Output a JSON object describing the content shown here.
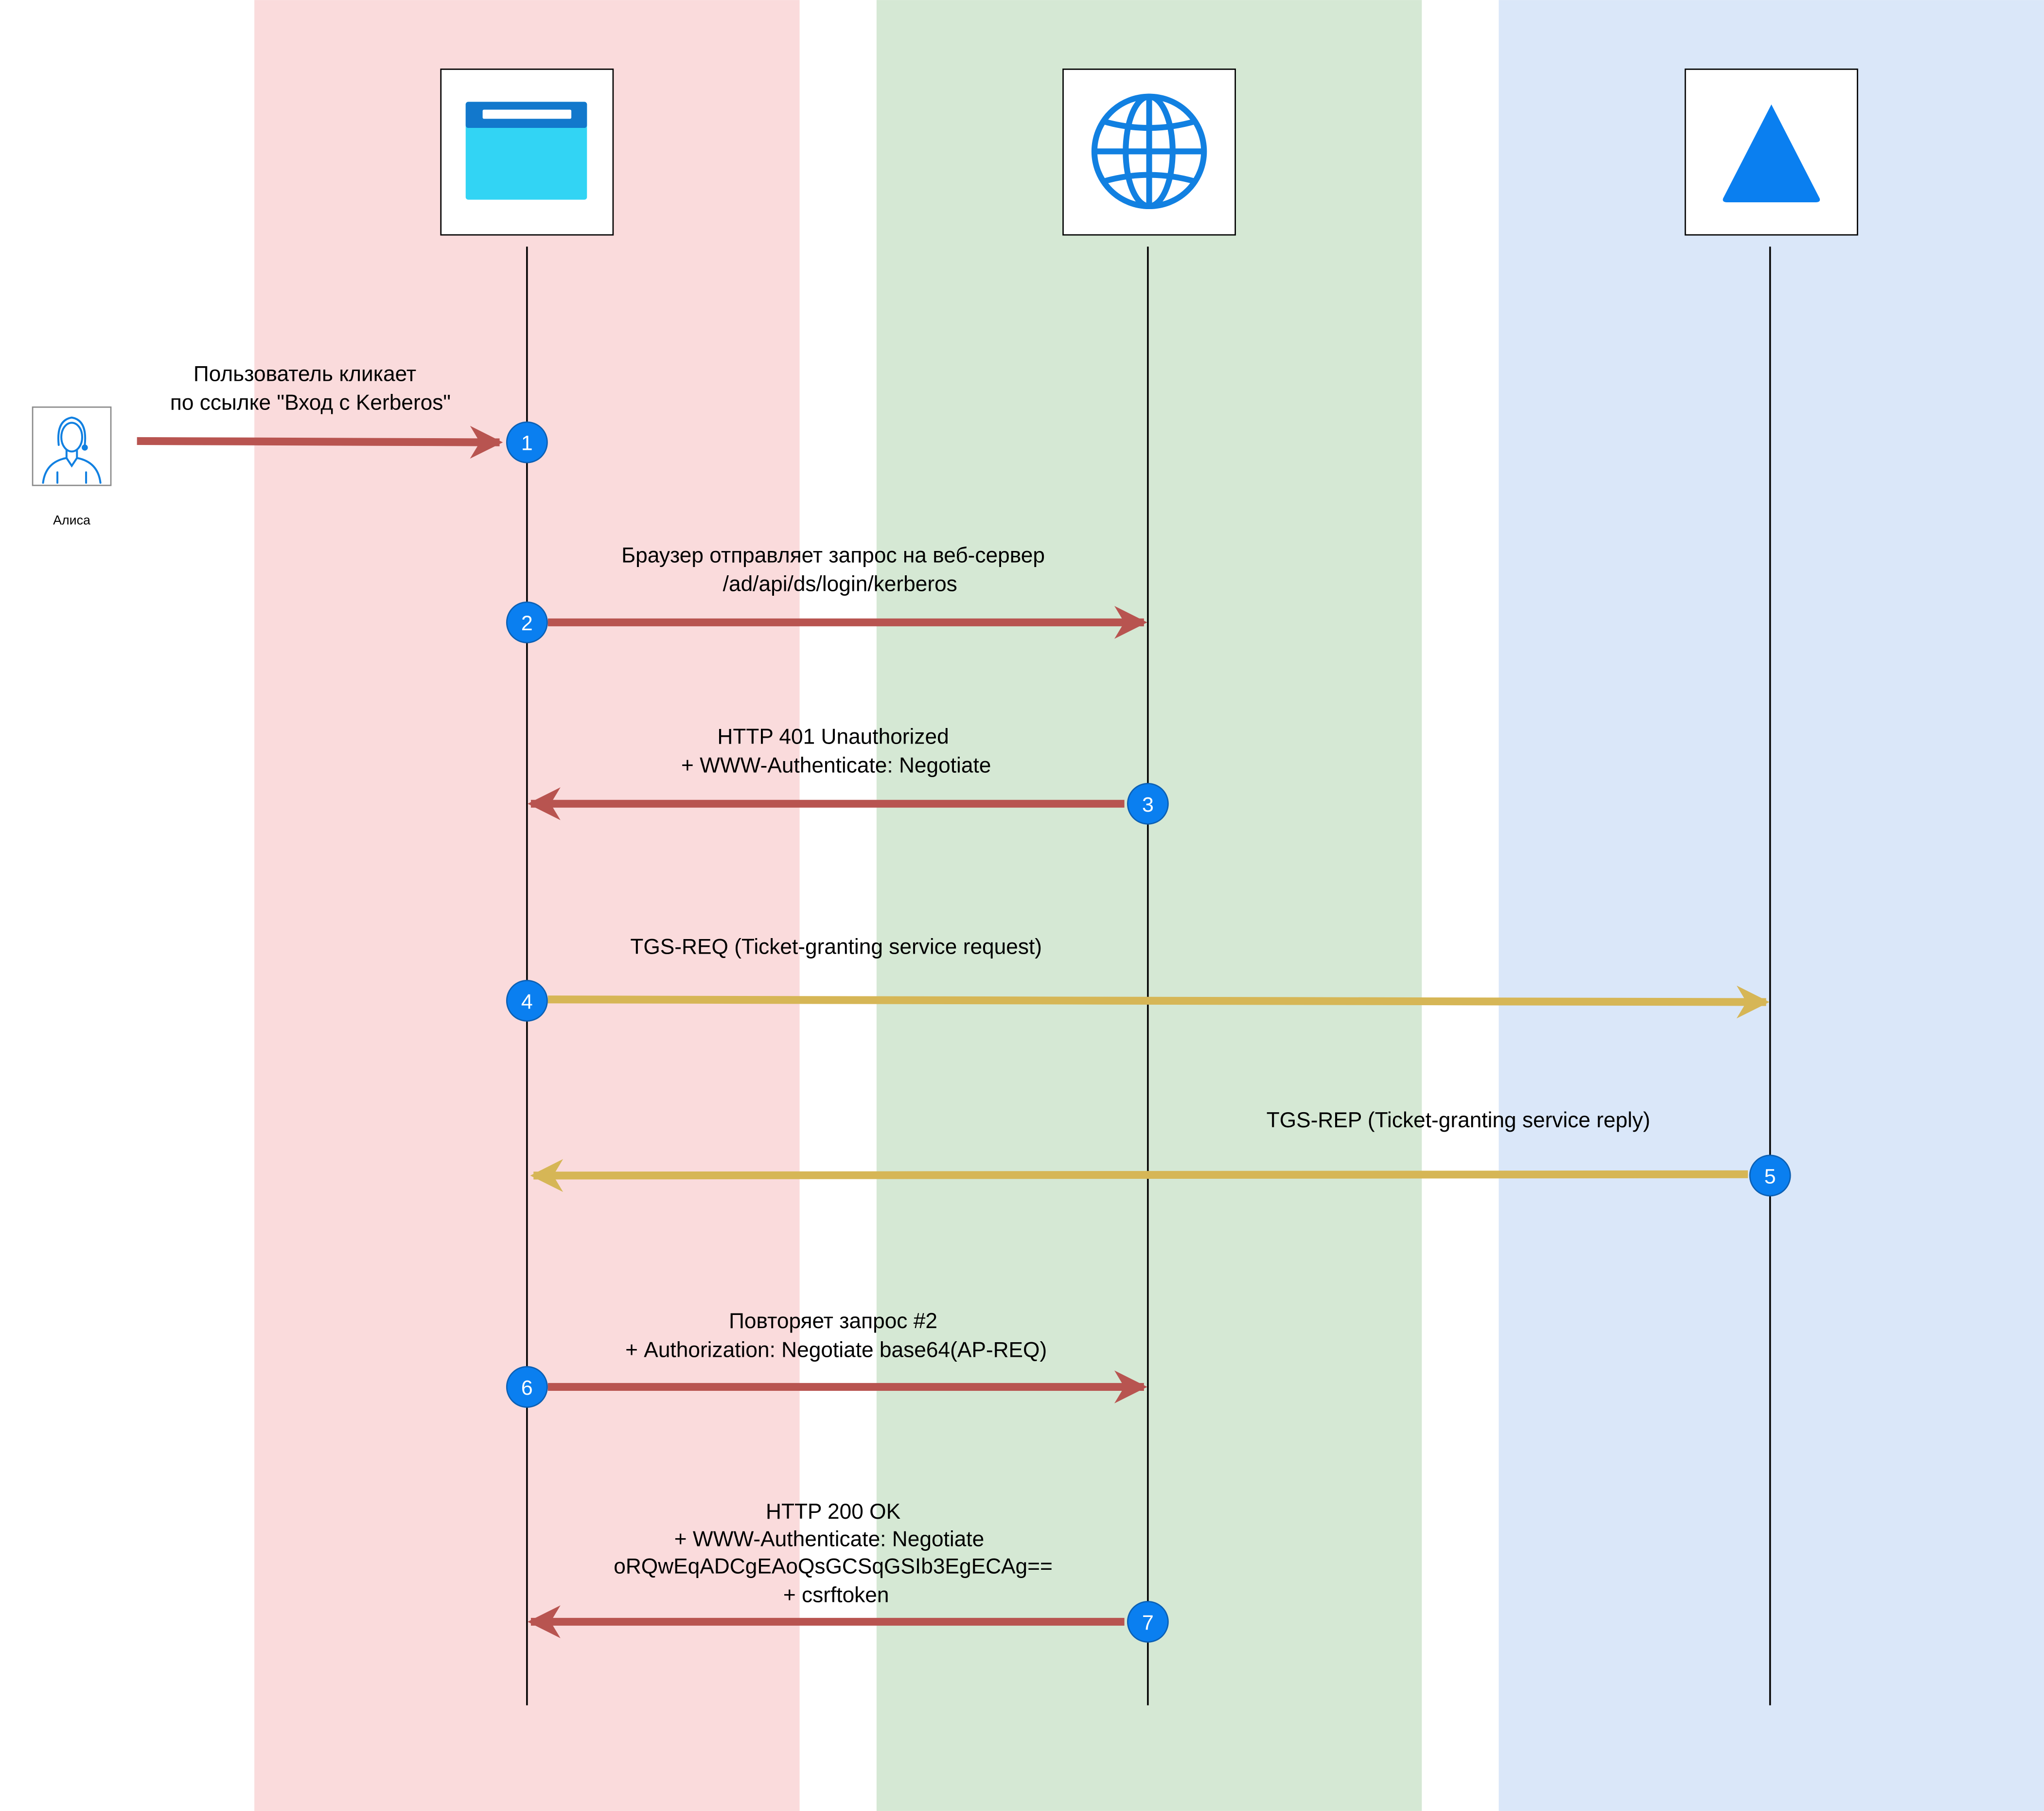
{
  "colors": {
    "lane_browser": "#fadbdc",
    "lane_server": "#d5e8d4",
    "lane_kdc": "#dae7f9",
    "http_arrow": "#b85450",
    "kerberos_arrow": "#d6b656",
    "badge_fill": "#0a7ff0",
    "badge_stroke": "#0b5fb3",
    "icon_blue": "#1180e1"
  },
  "actor": {
    "name": "Алиса",
    "icon": "user-icon"
  },
  "participants": [
    {
      "key": "browser",
      "icon": "browser-window-icon"
    },
    {
      "key": "web-server",
      "icon": "globe-icon"
    },
    {
      "key": "kdc",
      "icon": "triangle-icon"
    }
  ],
  "steps": [
    {
      "number": "1",
      "type": "http",
      "label": [
        "Пользователь кликает",
        "по ссылке \"Вход с Kerberos\""
      ]
    },
    {
      "number": "2",
      "type": "http",
      "label": [
        "Браузер отправляет запрос на веб-сервер",
        "/ad/api/ds/login/kerberos"
      ]
    },
    {
      "number": "3",
      "type": "http",
      "label": [
        "HTTP 401 Unauthorized",
        "+ WWW-Authenticate: Negotiate"
      ]
    },
    {
      "number": "4",
      "type": "kerberos",
      "label": [
        "TGS-REQ (Ticket-granting service request)"
      ]
    },
    {
      "number": "5",
      "type": "kerberos",
      "label": [
        "TGS-REP (Ticket-granting service reply)"
      ]
    },
    {
      "number": "6",
      "type": "http",
      "label": [
        "Повторяет запрос #2",
        "+ Authorization: Negotiate base64(AP-REQ)"
      ]
    },
    {
      "number": "7",
      "type": "http",
      "label": [
        "HTTP 200 OK",
        "+ WWW-Authenticate: Negotiate",
        "oRQwEqADCgEAoQsGCSqGSIb3EgECAg==",
        "+ csrftoken"
      ]
    }
  ]
}
